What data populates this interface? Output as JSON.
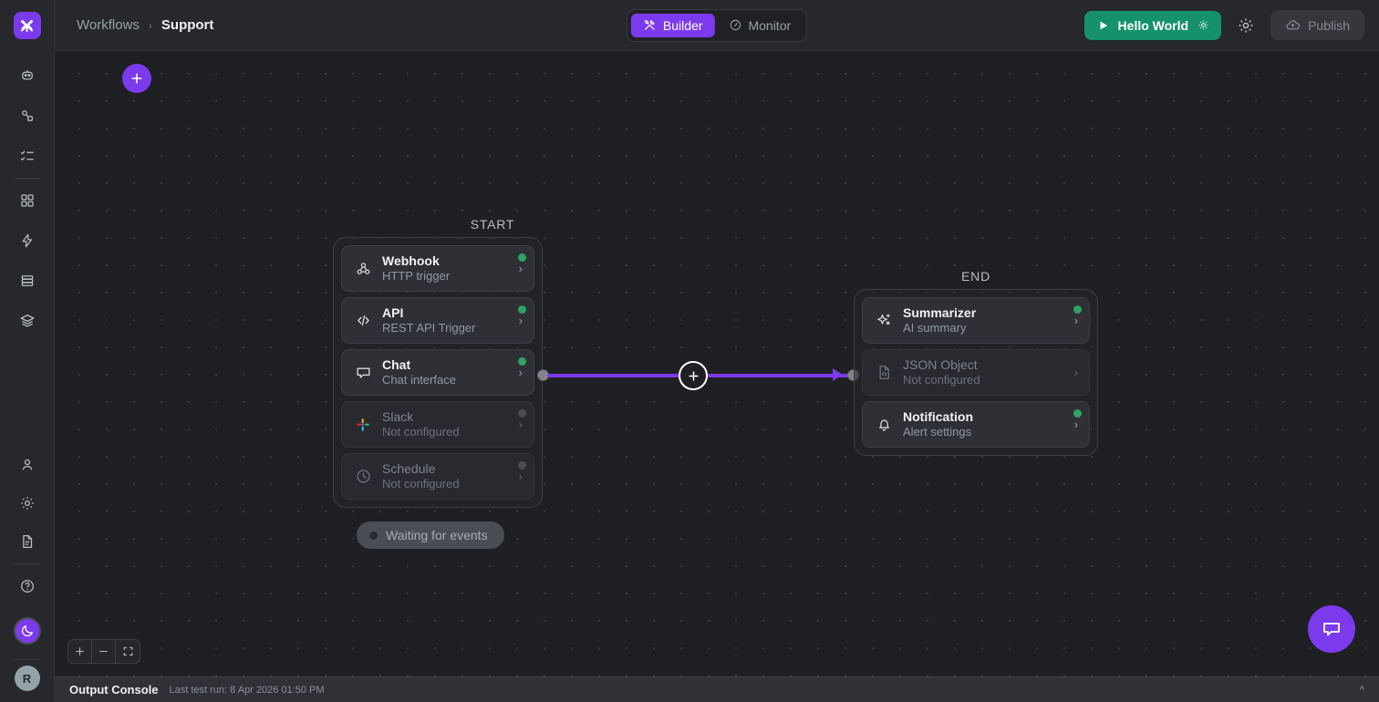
{
  "app": {
    "logo_icon": "x-logo-icon",
    "accent": "#7c3aed",
    "run_green": "#15926b",
    "status_green": "#2fa360"
  },
  "sidebar": {
    "top_items": [
      {
        "icon": "bot-icon",
        "name": "agents"
      },
      {
        "icon": "nodes-icon",
        "name": "workflows"
      },
      {
        "icon": "checklist-icon",
        "name": "tasks"
      }
    ],
    "mid_items": [
      {
        "icon": "grid-icon",
        "name": "apps"
      },
      {
        "icon": "bolt-icon",
        "name": "actions"
      },
      {
        "icon": "database-icon",
        "name": "data"
      },
      {
        "icon": "layers-icon",
        "name": "knowledge"
      }
    ],
    "bottom_items": [
      {
        "icon": "user-icon",
        "name": "account"
      },
      {
        "icon": "gear-icon",
        "name": "settings"
      },
      {
        "icon": "document-icon",
        "name": "docs"
      },
      {
        "icon": "help-icon",
        "name": "help"
      }
    ],
    "theme_toggle": {
      "icon": "moon-icon",
      "name": "theme-toggle"
    },
    "avatar_initial": "R"
  },
  "header": {
    "breadcrumb": {
      "root": "Workflows",
      "separator": "›",
      "current": "Support"
    },
    "tabs": [
      {
        "label": "Builder",
        "icon": "tools-icon",
        "active": true
      },
      {
        "label": "Monitor",
        "icon": "gauge-icon",
        "active": false
      }
    ],
    "run_button": {
      "label": "Hello World",
      "play_icon": "play-icon",
      "gear_icon": "gear-icon"
    },
    "settings_icon": "gear-icon",
    "publish_button": {
      "label": "Publish",
      "icon": "cloud-upload-icon",
      "disabled": true
    }
  },
  "canvas": {
    "add_button_icon": "plus-icon",
    "start_label": "START",
    "end_label": "END",
    "start_nodes": [
      {
        "title": "Webhook",
        "subtitle": "HTTP trigger",
        "icon": "webhook-icon",
        "status": "on",
        "dim": false
      },
      {
        "title": "API",
        "subtitle": "REST API Trigger",
        "icon": "code-icon",
        "status": "on",
        "dim": false
      },
      {
        "title": "Chat",
        "subtitle": "Chat interface",
        "icon": "chat-icon",
        "status": "on",
        "dim": false
      },
      {
        "title": "Slack",
        "subtitle": "Not configured",
        "icon": "slack-icon",
        "status": "off",
        "dim": true
      },
      {
        "title": "Schedule",
        "subtitle": "Not configured",
        "icon": "clock-icon",
        "status": "off",
        "dim": true
      }
    ],
    "end_nodes": [
      {
        "title": "Summarizer",
        "subtitle": "AI summary",
        "icon": "sparkle-icon",
        "status": "on",
        "dim": false
      },
      {
        "title": "JSON Object",
        "subtitle": "Not configured",
        "icon": "json-file-icon",
        "status": "off",
        "dim": true
      },
      {
        "title": "Notification",
        "subtitle": "Alert settings",
        "icon": "bell-icon",
        "status": "on",
        "dim": false
      }
    ],
    "edge_plus_icon": "plus-icon",
    "status_pill": "Waiting for events",
    "zoom_controls": [
      {
        "icon": "zoom-in-icon",
        "name": "zoom-in"
      },
      {
        "icon": "zoom-out-icon",
        "name": "zoom-out"
      },
      {
        "icon": "fit-view-icon",
        "name": "fit-view"
      }
    ]
  },
  "chat_fab": {
    "icon": "chat-bubble-icon"
  },
  "console": {
    "title": "Output Console",
    "meta": "Last test run: 8 Apr 2026 01:50 PM",
    "collapse_icon": "chevron-up-icon"
  }
}
